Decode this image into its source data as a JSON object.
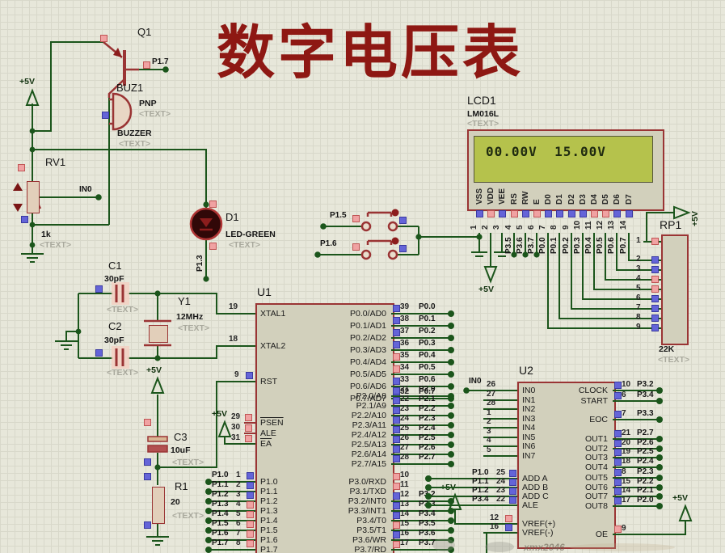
{
  "title": "数字电压表",
  "watermark": "xmx2046",
  "labels": {
    "plus5v": "+5V"
  },
  "colors": {
    "wire": "#1b551b",
    "component_outline": "#9a3434",
    "chip_fill": "#d2d0bc",
    "lcd_screen": "#b5c24c",
    "title_red": "#8e1813",
    "square_blue": "#6464d8",
    "square_pink": "#f0a2a2"
  },
  "q1": {
    "ref": "Q1",
    "value": "PNP",
    "net": "P1.7",
    "placeholder": "<TEXT>"
  },
  "buz1": {
    "ref": "BUZ1",
    "value": "BUZZER",
    "placeholder": "<TEXT>"
  },
  "rv1": {
    "ref": "RV1",
    "value": "1k",
    "net": "IN0",
    "placeholder": "<TEXT>"
  },
  "d1": {
    "ref": "D1",
    "value": "LED-GREEN",
    "net": "P1.3",
    "placeholder": "<TEXT>"
  },
  "c1": {
    "ref": "C1",
    "value": "30pF",
    "placeholder": "<TEXT>"
  },
  "c2": {
    "ref": "C2",
    "value": "30pF",
    "placeholder": "<TEXT>"
  },
  "y1": {
    "ref": "Y1",
    "value": "12MHz",
    "placeholder": "<TEXT>"
  },
  "c3": {
    "ref": "C3",
    "value": "10uF",
    "placeholder": "<TEXT>"
  },
  "r1": {
    "ref": "R1",
    "value": "20",
    "placeholder": "<TEXT>"
  },
  "rp1": {
    "ref": "RP1",
    "value": "22K",
    "placeholder": "<TEXT>",
    "pins": [
      {
        "num": "1",
        "sq": "r"
      },
      {
        "num": "2",
        "sq": "b"
      },
      {
        "num": "3",
        "sq": "b"
      },
      {
        "num": "4",
        "sq": "r"
      },
      {
        "num": "5",
        "sq": "r"
      },
      {
        "num": "6",
        "sq": "b"
      },
      {
        "num": "7",
        "sq": "b"
      },
      {
        "num": "8",
        "sq": "b"
      },
      {
        "num": "9",
        "sq": "b"
      }
    ]
  },
  "buttons": [
    {
      "net": "P1.5"
    },
    {
      "net": "P1.6"
    }
  ],
  "lcd": {
    "ref": "LCD1",
    "part": "LM016L",
    "placeholder": "<TEXT>",
    "display": "00.00V  15.00V",
    "pins": [
      {
        "num": "1",
        "name": "VSS",
        "sq": "b",
        "net": ""
      },
      {
        "num": "2",
        "name": "VDD",
        "sq": "r",
        "net": ""
      },
      {
        "num": "3",
        "name": "VEE",
        "sq": "b",
        "net": ""
      },
      {
        "num": "4",
        "name": "RS",
        "sq": "r",
        "net": "P3.5"
      },
      {
        "num": "5",
        "name": "RW",
        "sq": "b",
        "net": "P3.6"
      },
      {
        "num": "6",
        "name": "E",
        "sq": "r",
        "net": "P3.7"
      },
      {
        "num": "7",
        "name": "D0",
        "sq": "b",
        "net": "P0.0"
      },
      {
        "num": "8",
        "name": "D1",
        "sq": "b",
        "net": "P0.1"
      },
      {
        "num": "9",
        "name": "D2",
        "sq": "b",
        "net": "P0.2"
      },
      {
        "num": "10",
        "name": "D3",
        "sq": "b",
        "net": "P0.3"
      },
      {
        "num": "11",
        "name": "D4",
        "sq": "r",
        "net": "P0.4"
      },
      {
        "num": "12",
        "name": "D5",
        "sq": "r",
        "net": "P0.5"
      },
      {
        "num": "13",
        "name": "D6",
        "sq": "b",
        "net": "P0.6"
      },
      {
        "num": "14",
        "name": "D7",
        "sq": "b",
        "net": "P0.7"
      }
    ]
  },
  "u1": {
    "ref": "U1",
    "ctrl": [
      {
        "num": "19",
        "name": "XTAL1"
      },
      {
        "num": "18",
        "name": "XTAL2"
      },
      {
        "num": "9",
        "name": "RST",
        "sq": "b"
      },
      {
        "num": "29",
        "name": "PSEN",
        "sq": "r"
      },
      {
        "num": "30",
        "name": "ALE",
        "sq": "r"
      },
      {
        "num": "31",
        "name": "EA",
        "sq": "r"
      }
    ],
    "p1": [
      {
        "num": "1",
        "name": "P1.0",
        "net": "P1.0",
        "sq": "b"
      },
      {
        "num": "2",
        "name": "P1.1",
        "net": "P1.1",
        "sq": "b"
      },
      {
        "num": "3",
        "name": "P1.2",
        "net": "P1.2",
        "sq": "b"
      },
      {
        "num": "4",
        "name": "P1.3",
        "net": "P1.3",
        "sq": "r"
      },
      {
        "num": "5",
        "name": "P1.4",
        "net": "P1.4",
        "sq": "r"
      },
      {
        "num": "6",
        "name": "P1.5",
        "net": "P1.5",
        "sq": "r"
      },
      {
        "num": "7",
        "name": "P1.6",
        "net": "P1.6",
        "sq": "r"
      },
      {
        "num": "8",
        "name": "P1.7",
        "net": "P1.7",
        "sq": "r"
      }
    ],
    "p0": [
      {
        "num": "39",
        "name": "P0.0/AD0",
        "net": "P0.0",
        "sq": "b"
      },
      {
        "num": "38",
        "name": "P0.1/AD1",
        "net": "P0.1",
        "sq": "b"
      },
      {
        "num": "37",
        "name": "P0.2/AD2",
        "net": "P0.2",
        "sq": "b"
      },
      {
        "num": "36",
        "name": "P0.3/AD3",
        "net": "P0.3",
        "sq": "b"
      },
      {
        "num": "35",
        "name": "P0.4/AD4",
        "net": "P0.4",
        "sq": "r"
      },
      {
        "num": "34",
        "name": "P0.5/AD5",
        "net": "P0.5",
        "sq": "r"
      },
      {
        "num": "33",
        "name": "P0.6/AD6",
        "net": "P0.6",
        "sq": "b"
      },
      {
        "num": "32",
        "name": "P0.7/AD7",
        "net": "P0.7",
        "sq": "b"
      }
    ],
    "p2": [
      {
        "num": "21",
        "name": "P2.0/A8",
        "net": "P2.0",
        "sq": "b"
      },
      {
        "num": "22",
        "name": "P2.1/A9",
        "net": "P2.1",
        "sq": "b"
      },
      {
        "num": "23",
        "name": "P2.2/A10",
        "net": "P2.2",
        "sq": "b"
      },
      {
        "num": "24",
        "name": "P2.3/A11",
        "net": "P2.3",
        "sq": "b"
      },
      {
        "num": "25",
        "name": "P2.4/A12",
        "net": "P2.4",
        "sq": "b"
      },
      {
        "num": "26",
        "name": "P2.5/A13",
        "net": "P2.5",
        "sq": "b"
      },
      {
        "num": "27",
        "name": "P2.6/A14",
        "net": "P2.6",
        "sq": "b"
      },
      {
        "num": "28",
        "name": "P2.7/A15",
        "net": "P2.7",
        "sq": "b"
      }
    ],
    "p3": [
      {
        "num": "10",
        "name": "P3.0/RXD",
        "net": "",
        "sq": "r",
        "cls": "nonet"
      },
      {
        "num": "11",
        "name": "P3.1/TXD",
        "net": "",
        "sq": "r",
        "cls": "nonet"
      },
      {
        "num": "12",
        "name": "P3.2/INT0",
        "net": "P3.2",
        "sq": "b"
      },
      {
        "num": "13",
        "name": "P3.3/INT1",
        "net": "P3.3",
        "sq": "b"
      },
      {
        "num": "14",
        "name": "P3.4/T0",
        "net": "P3.4",
        "sq": "b"
      },
      {
        "num": "15",
        "name": "P3.5/T1",
        "net": "P3.5",
        "sq": "r"
      },
      {
        "num": "16",
        "name": "P3.6/WR",
        "net": "P3.6",
        "sq": "b"
      },
      {
        "num": "17",
        "name": "P3.7/RD",
        "net": "P3.7",
        "sq": "r"
      }
    ]
  },
  "u2": {
    "ref": "U2",
    "input_net": "IN0",
    "inputs": [
      {
        "num": "26",
        "name": "IN0"
      },
      {
        "num": "27",
        "name": "IN1"
      },
      {
        "num": "28",
        "name": "IN2"
      },
      {
        "num": "1",
        "name": "IN3"
      },
      {
        "num": "2",
        "name": "IN4"
      },
      {
        "num": "3",
        "name": "IN5"
      },
      {
        "num": "4",
        "name": "IN6"
      },
      {
        "num": "5",
        "name": "IN7"
      }
    ],
    "addr": [
      {
        "num": "25",
        "name": "ADD A",
        "net": "P1.0",
        "sq": "b"
      },
      {
        "num": "24",
        "name": "ADD B",
        "net": "P1.1",
        "sq": "b"
      },
      {
        "num": "23",
        "name": "ADD C",
        "net": "P1.2",
        "sq": "b"
      },
      {
        "num": "22",
        "name": "ALE",
        "net": "P3.4",
        "sq": "b"
      }
    ],
    "vref": [
      {
        "num": "12",
        "name": "VREF(+)",
        "sq": "r"
      },
      {
        "num": "16",
        "name": "VREF(-)",
        "sq": "b"
      }
    ],
    "right": [
      {
        "num": "10",
        "name": "CLOCK",
        "net": "P3.2",
        "sq": "b"
      },
      {
        "num": "6",
        "name": "START",
        "net": "P3.4",
        "sq": "b"
      },
      {
        "num": "7",
        "name": "EOC",
        "net": "P3.3",
        "sq": "b"
      },
      {
        "num": "21",
        "name": "OUT1",
        "net": "P2.7",
        "sq": "b"
      },
      {
        "num": "20",
        "name": "OUT2",
        "net": "P2.6",
        "sq": "b"
      },
      {
        "num": "19",
        "name": "OUT3",
        "net": "P2.5",
        "sq": "b"
      },
      {
        "num": "18",
        "name": "OUT4",
        "net": "P2.4",
        "sq": "b"
      },
      {
        "num": "8",
        "name": "OUT5",
        "net": "P2.3",
        "sq": "b"
      },
      {
        "num": "15",
        "name": "OUT6",
        "net": "P2.2",
        "sq": "b"
      },
      {
        "num": "14",
        "name": "OUT7",
        "net": "P2.1",
        "sq": "b"
      },
      {
        "num": "17",
        "name": "OUT8",
        "net": "P2.0",
        "sq": "b"
      },
      {
        "num": "9",
        "name": "OE",
        "net": "",
        "sq": "r",
        "cls": "oe"
      }
    ]
  }
}
